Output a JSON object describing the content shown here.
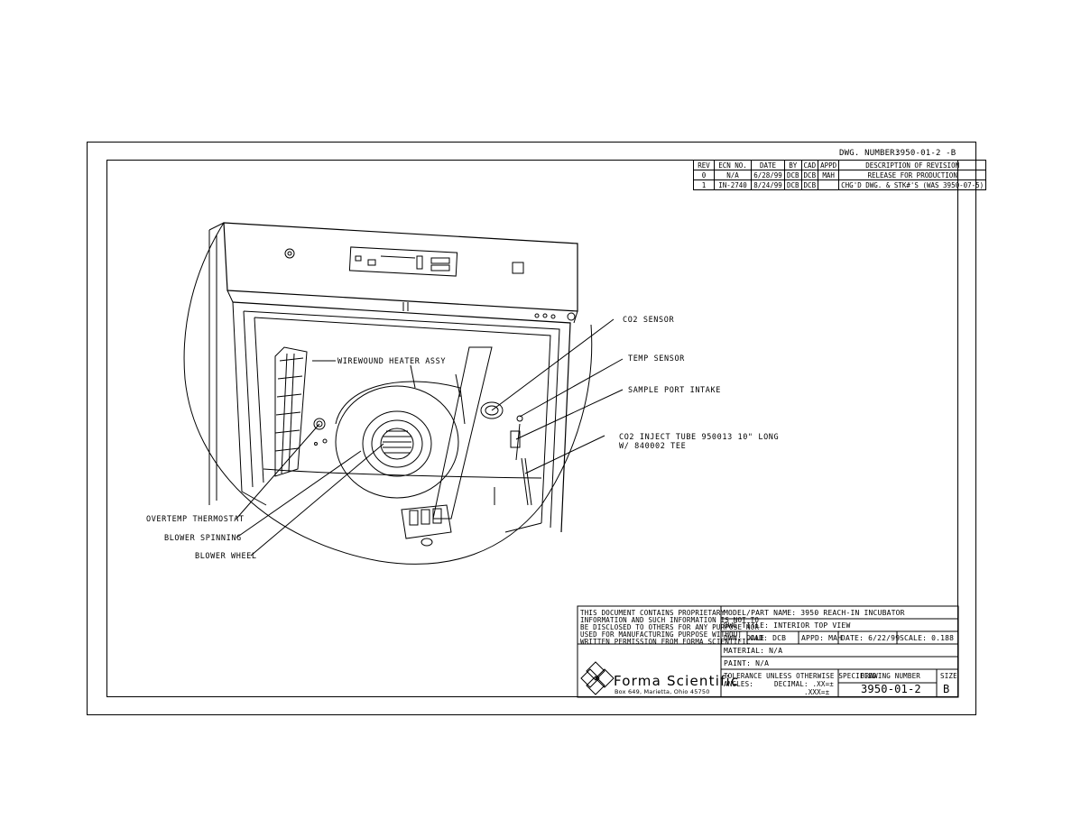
{
  "drawing_header": {
    "dwg_number_label": "DWG. NUMBER:",
    "dwg_number_value": "3950-01-2 -B"
  },
  "revision_table": {
    "headers": [
      "REV",
      "ECN NO.",
      "DATE",
      "BY",
      "CAD",
      "APPD",
      "DESCRIPTION OF REVISION"
    ],
    "rows": [
      [
        "0",
        "N/A",
        "6/28/99",
        "DCB",
        "DCB",
        "MAH",
        "RELEASE FOR PRODUCTION"
      ],
      [
        "1",
        "IN-2740",
        "8/24/99",
        "DCB",
        "DCB",
        "",
        "CHG'D DWG. & STK#'S (WAS 3950-07-5)"
      ]
    ]
  },
  "callouts": {
    "co2_sensor": "CO2 SENSOR",
    "temp_sensor": "TEMP SENSOR",
    "sample_port": "SAMPLE PORT INTAKE",
    "co2_inject_1": "CO2 INJECT TUBE 950013  10\" LONG",
    "co2_inject_2": "W/ 840002 TEE",
    "heater": "WIREWOUND HEATER ASSY",
    "thermostat": "OVERTEMP THERMOSTAT",
    "blower_spinning": "BLOWER SPINNING",
    "blower_wheel": "BLOWER WHEEL"
  },
  "title_block": {
    "proprietary": [
      "THIS DOCUMENT CONTAINS PROPRIETARY",
      "INFORMATION AND SUCH INFORMATION IS NOT TO",
      "BE DISCLOSED TO OTHERS FOR ANY PURPOSE NOR",
      "USED FOR MANUFACTURING PURPOSE WITHOUT",
      "WRITTEN PERMISSION FROM FORMA SCIENTIFIC"
    ],
    "model_part_name": "MODEL/PART NAME:  3950 REACH-IN INCUBATOR",
    "dwg_title": "DWG TITLE:  INTERIOR TOP VIEW",
    "dwn": "DWN: DALE",
    "cad": "CAD: DCB",
    "appd": "APPD: MAH",
    "date": "DATE: 6/22/99",
    "scale": "SCALE: 0.188",
    "material": "MATERIAL: N/A",
    "paint": "PAINT: N/A",
    "company": "Forma Scientific",
    "address": "Box 649, Marietta, Ohio 45750",
    "tolerance": "TOLERANCE UNLESS OTHERWISE SPECIFIED",
    "angles": "ANGLES:",
    "decimal": "DECIMAL:  .XX=±",
    "decimal3": ".XXX=±",
    "drawing_number_label": "DRAWING NUMBER",
    "drawing_number": "3950-01-2",
    "size_label": "SIZE",
    "size": "B"
  }
}
